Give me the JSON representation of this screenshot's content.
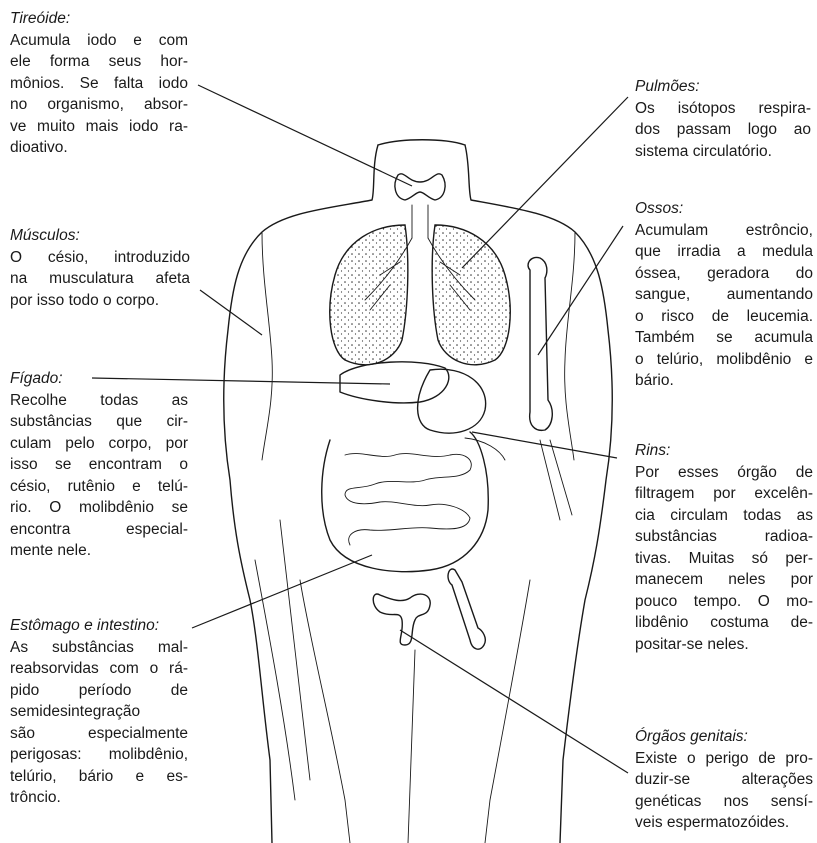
{
  "annotations": {
    "tireoide": {
      "title": "Tireóide:",
      "lines": [
        "Acumula iodo e com",
        "ele forma seus hor-",
        "mônios. Se falta iodo",
        "no organismo, absor-",
        "ve muito mais iodo ra-",
        "dioativo."
      ]
    },
    "musculos": {
      "title": "Músculos:",
      "lines": [
        "O césio, introduzido",
        "na musculatura afeta",
        "por isso todo o corpo."
      ]
    },
    "figado": {
      "title": "Fígado:",
      "lines": [
        "Recolhe todas as",
        "substâncias que cir-",
        "culam pelo corpo, por",
        "isso se encontram o",
        "césio, rutênio e telú-",
        "rio. O molibdênio se",
        "encontra especial-",
        "mente nele."
      ]
    },
    "estomago": {
      "title": "Estômago e intestino:",
      "lines": [
        "As substâncias mal-",
        "reabsorvidas com o rá-",
        "pido período de",
        "semidesintegração",
        "são especialmente",
        "perigosas: molibdênio,",
        "telúrio, bário e es-",
        "trôncio."
      ]
    },
    "pulmoes": {
      "title": "Pulmões:",
      "lines": [
        "Os isótopos respira-",
        "dos passam logo ao",
        "sistema circulatório."
      ]
    },
    "ossos": {
      "title": "Ossos:",
      "lines": [
        "Acumulam estrôncio,",
        "que irradia a medula",
        "óssea, geradora do",
        "sangue, aumentando",
        "o risco de leucemia.",
        "Também se acumula",
        "o telúrio, molibdênio e",
        "bário."
      ]
    },
    "rins": {
      "title": "Rins:",
      "lines": [
        "Por esses órgão de",
        "filtragem por excelên-",
        "cia circulam todas as",
        "substâncias radioa-",
        "tivas. Muitas só per-",
        "manecem neles por",
        "pouco tempo. O mo-",
        "libdênio costuma de-",
        "positar-se neles."
      ]
    },
    "genitais": {
      "title": "Órgãos genitais:",
      "lines": [
        "Existe o perigo de pro-",
        "duzir-se alterações",
        "genéticas nos sensí-",
        "veis espermatozóides."
      ]
    }
  }
}
